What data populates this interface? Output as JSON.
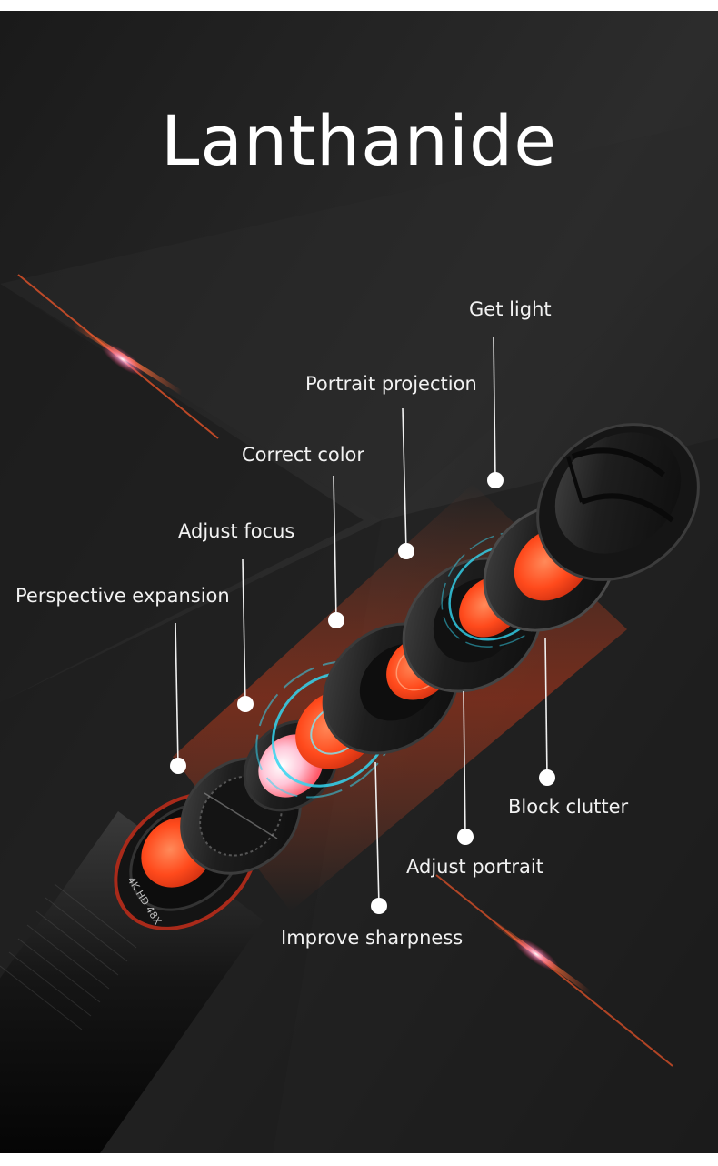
{
  "title": "Lanthanide",
  "lens_marking": "4K HD 48X",
  "labels": {
    "get_light": "Get light",
    "portrait_projection": "Portrait projection",
    "correct_color": "Correct color",
    "adjust_focus": "Adjust focus",
    "perspective_expansion": "Perspective expansion",
    "block_clutter": "Block clutter",
    "adjust_portrait": "Adjust portrait",
    "improve_sharpness": "Improve sharpness"
  },
  "colors": {
    "background": "#232323",
    "lens_orange": "#ff4a1c",
    "ring_cyan": "#33d6f0",
    "glow": "#ff5a2a",
    "label_text": "#f2f2f2"
  }
}
